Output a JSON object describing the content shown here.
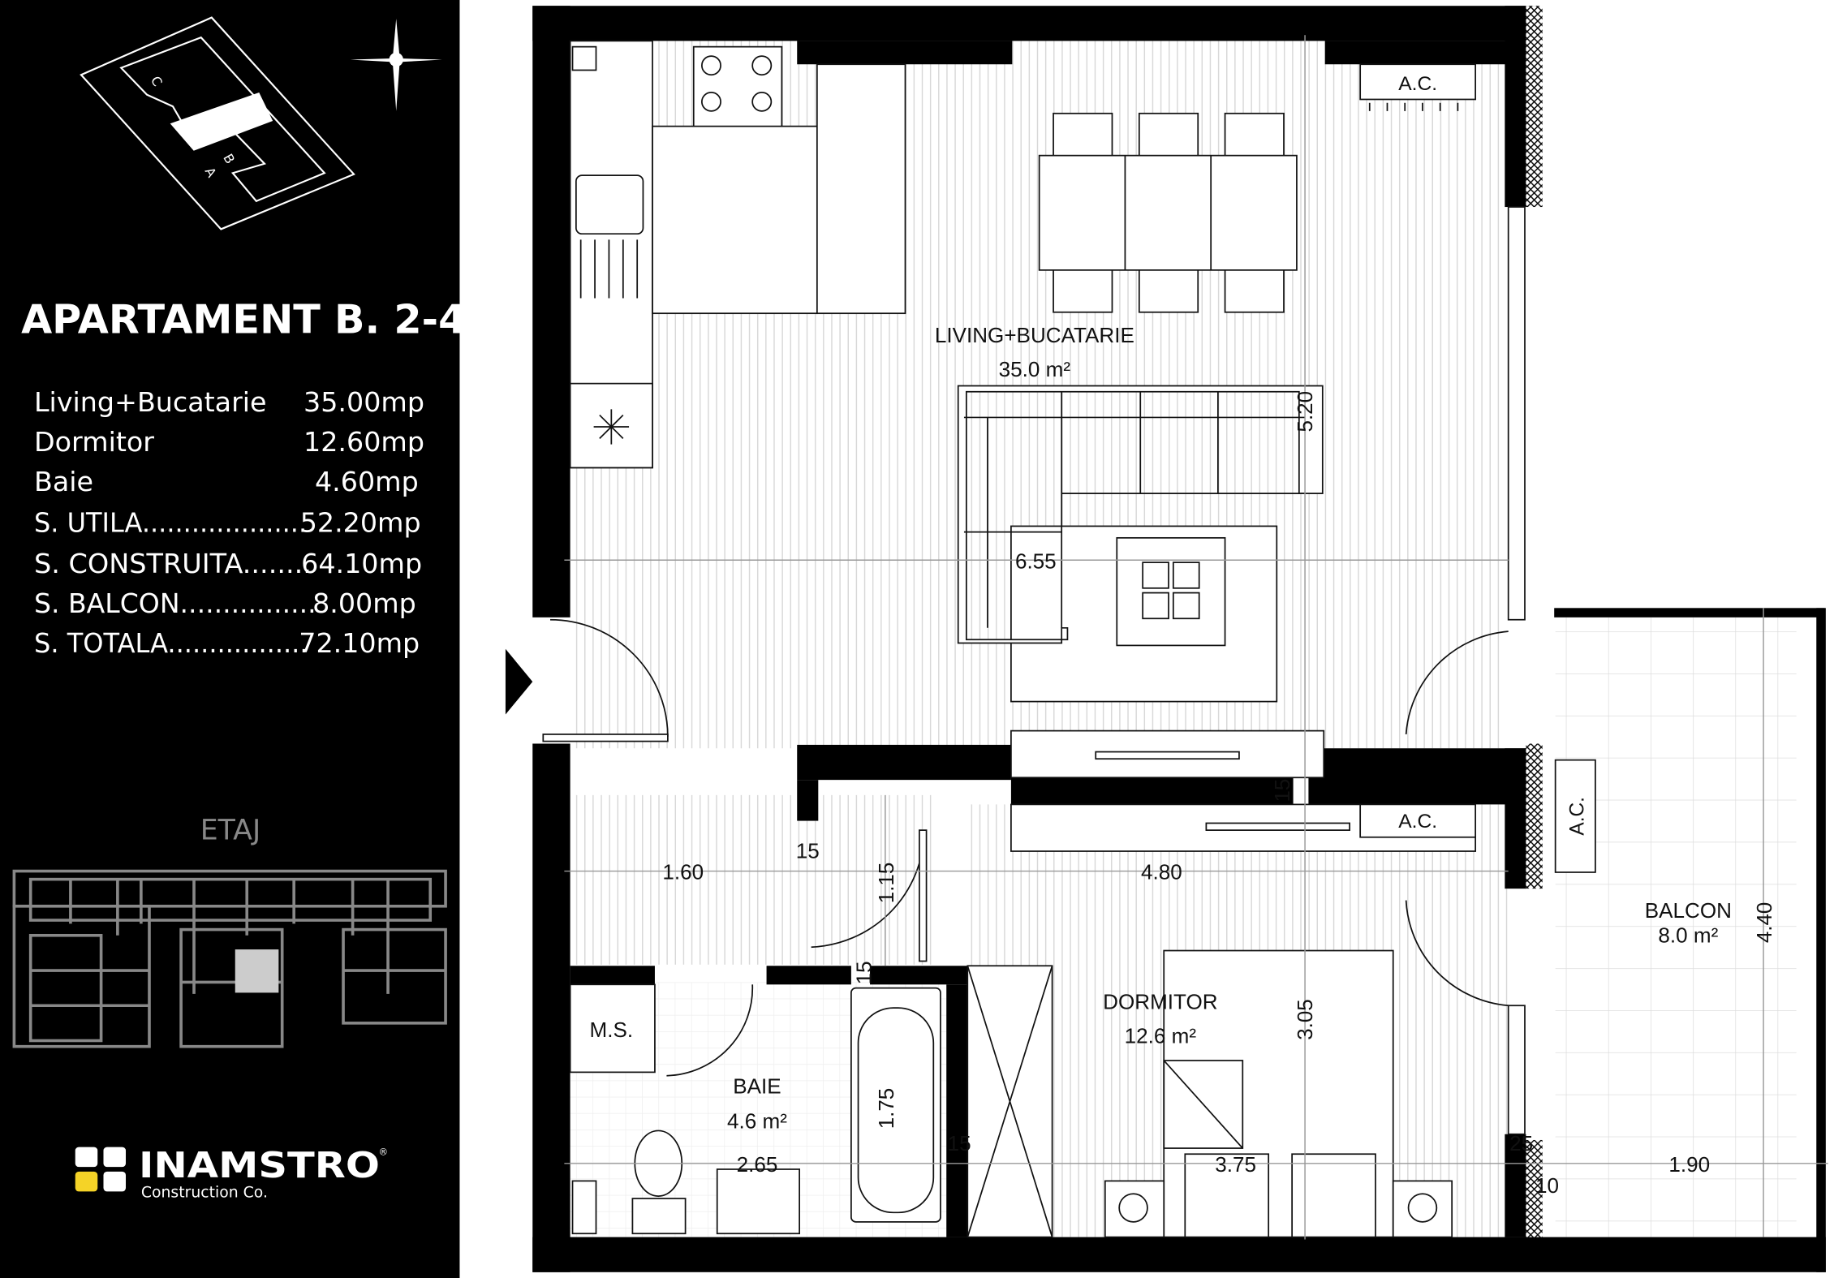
{
  "sidebar": {
    "site_labels": [
      "C",
      "B",
      "A"
    ],
    "title": "APARTAMENT B. 2-4",
    "areas": [
      {
        "name": "Living+Bucatarie",
        "value": "35.00mp"
      },
      {
        "name": "Dormitor",
        "value": "12.60mp"
      },
      {
        "name": "Baie",
        "value": "4.60mp"
      },
      {
        "name": "S. UTILA....................",
        "value": "52.20mp"
      },
      {
        "name": "S. CONSTRUITA........",
        "value": "64.10mp"
      },
      {
        "name": "S. BALCON................",
        "value": "8.00mp"
      },
      {
        "name": "S. TOTALA.................",
        "value": "72.10mp"
      }
    ],
    "floor_label": "ETAJ",
    "logo": {
      "name": "INAMSTRO",
      "tagline": "Construction Co.",
      "mark": "®",
      "accent": "#f5d327"
    }
  },
  "plan": {
    "rooms": {
      "living": {
        "name": "LIVING+BUCATARIE",
        "area": "35.0 m²"
      },
      "bedroom": {
        "name": "DORMITOR",
        "area": "12.6 m²"
      },
      "bath": {
        "name": "BAIE",
        "area": "4.6 m²"
      },
      "balcony": {
        "name": "BALCON",
        "area": "8.0 m²"
      },
      "ms": "M.S.",
      "ac": "A.C."
    },
    "dimensions": {
      "living_w": "6.55",
      "living_h": "5.20",
      "hall_w": "1.60",
      "wall_a": "15",
      "door_w": "1.15",
      "bed_w_top": "4.80",
      "wall_b": "15",
      "wall_c": "15",
      "tub": "1.75",
      "wall_d": "15",
      "bath_w": "2.65",
      "bed_h": "3.05",
      "bed_w": "3.75",
      "wall_e": "25",
      "wall_f": "10",
      "balc_w": "1.90",
      "balc_h": "4.40"
    }
  }
}
